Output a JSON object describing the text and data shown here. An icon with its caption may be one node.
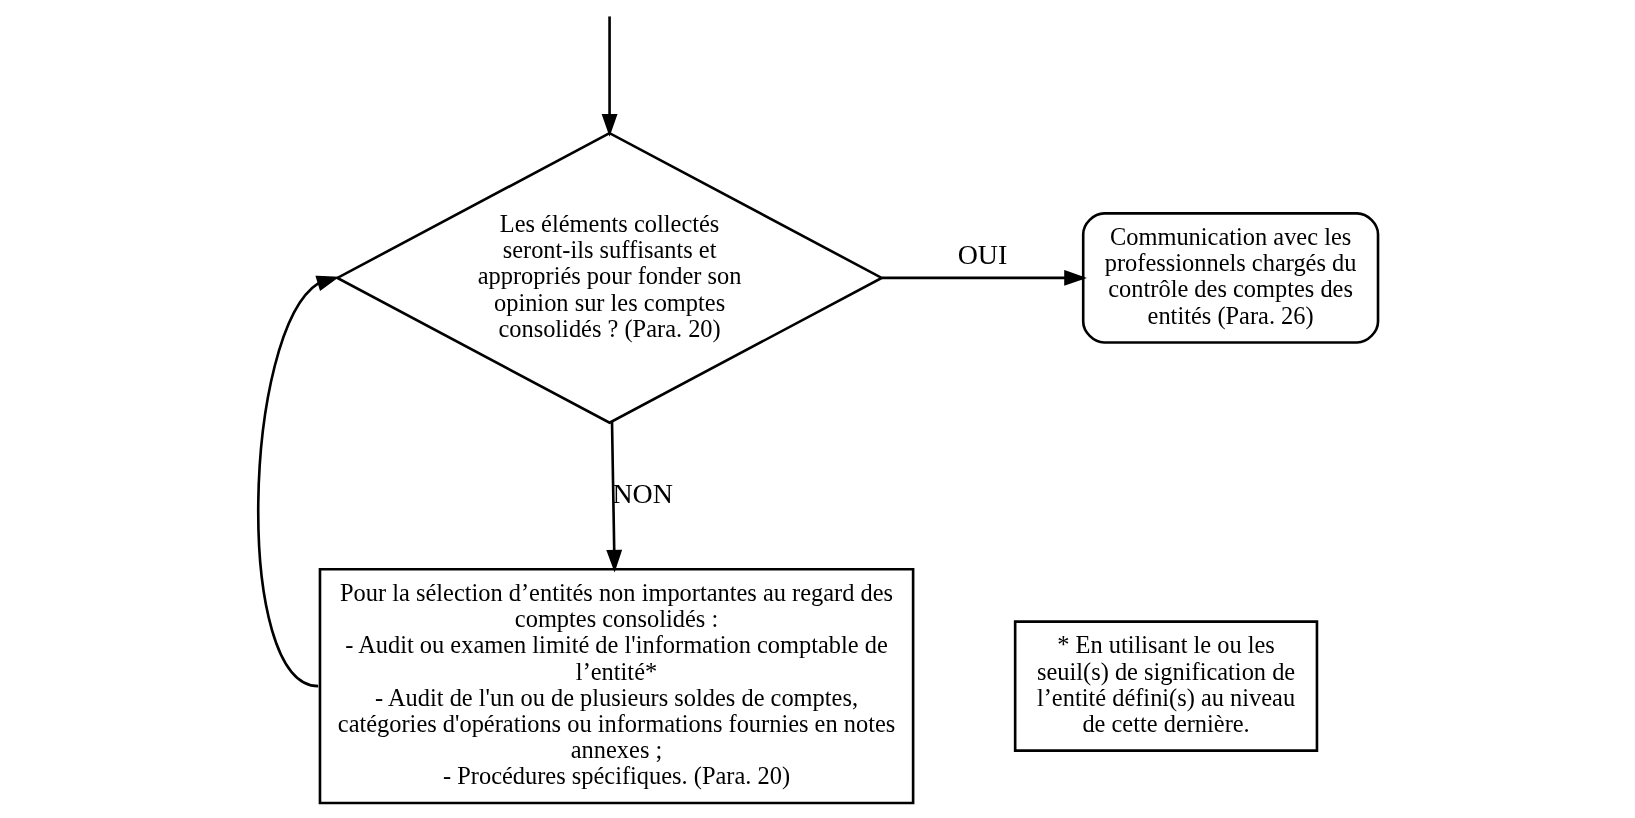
{
  "diagram": {
    "nodes": [
      {
        "text": [
          "Les éléments collectés seront-ils suffisants et appropriés pour fonder son opinion sur les comptes consolidés ? (Para. 20)"
        ]
      },
      {
        "text": [
          "Communication avec les professionnels chargés du contrôle des comptes des entités (Para. 26)"
        ]
      },
      {
        "text": [
          "Pour la sélection d’entités non importantes au regard des comptes consolidés :",
          "- Audit ou examen limité de l'information comptable de l’entité*",
          "- Audit de l'un ou de plusieurs soldes de comptes, catégories d'opérations ou informations fournies en notes annexes ;",
          "- Procédures spécifiques. (Para. 20)"
        ]
      },
      {
        "text": [
          "* En utilisant le ou les seuil(s) de signification de l’entité défini(s) au niveau de cette dernière."
        ]
      }
    ],
    "edges": [
      {
        "from": null,
        "to": 0,
        "arrow": "to"
      },
      {
        "from": 0,
        "to": 1,
        "arrow": "to",
        "label": "OUI"
      },
      {
        "from": 0,
        "to": 2,
        "arrow": "to",
        "label": "NON"
      },
      {
        "from": 2,
        "to": 0,
        "arrow": "to"
      }
    ]
  }
}
